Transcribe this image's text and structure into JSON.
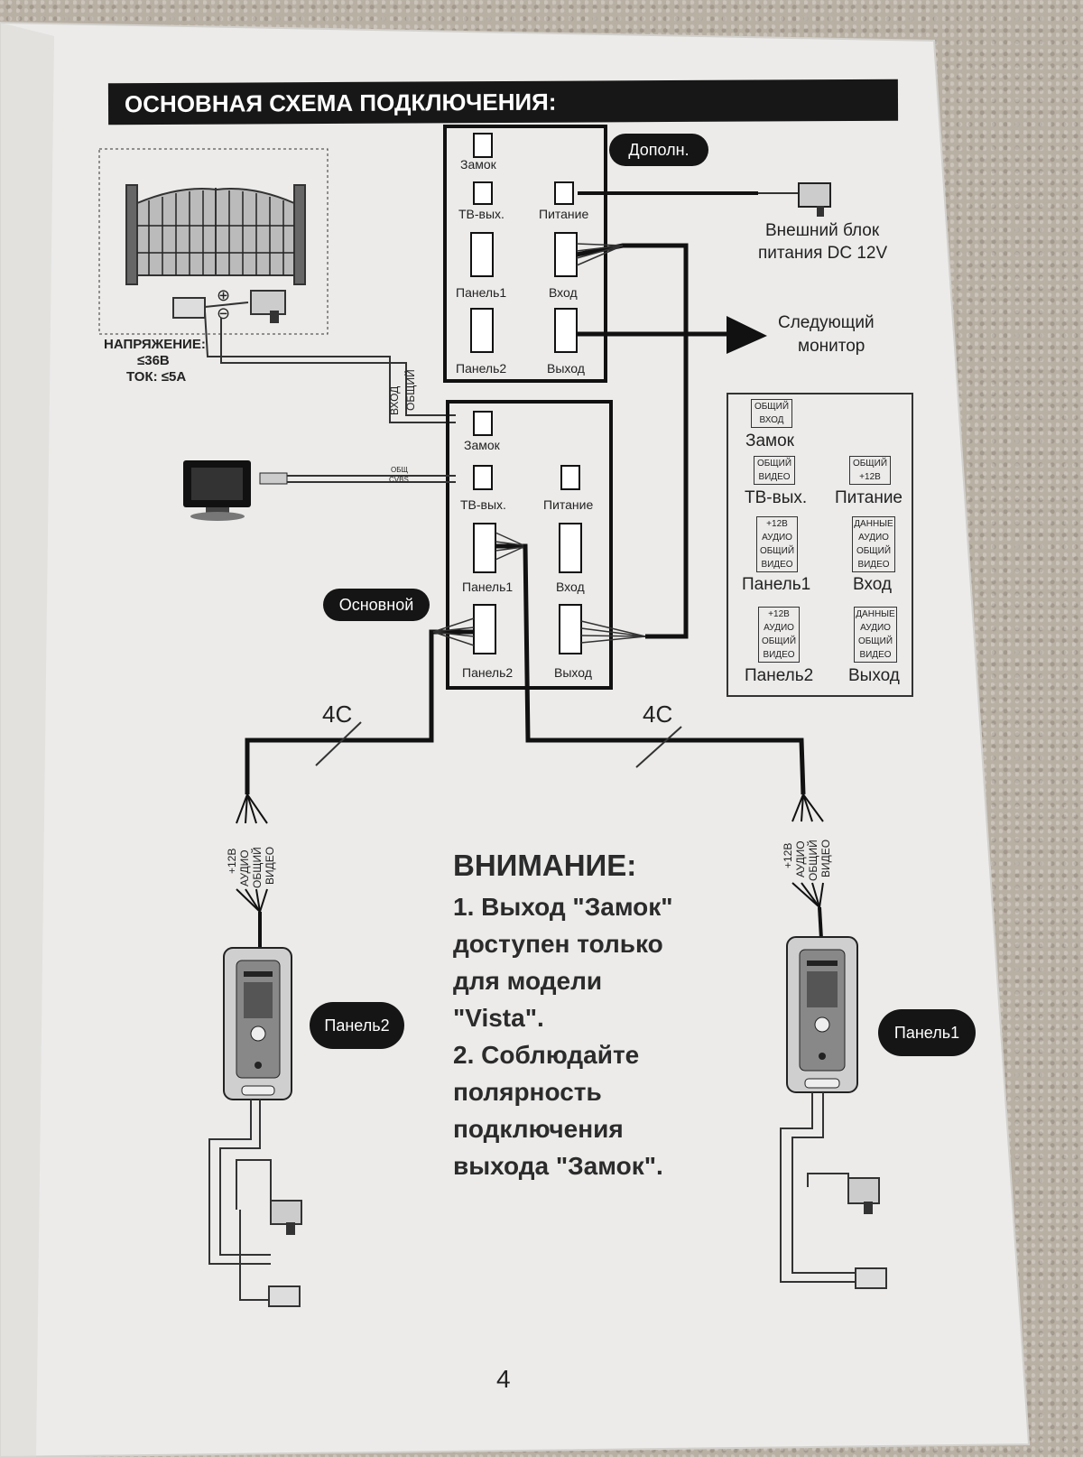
{
  "header": {
    "title": "ОСНОВНАЯ СХЕМА ПОДКЛЮЧЕНИЯ:"
  },
  "gate": {
    "voltage_label": "НАПРЯЖЕНИЕ:",
    "voltage_value": "≤36В",
    "current_label": "ТОК: ≤5А",
    "wire_in": "ВХОД",
    "wire_common": "ОБЩИЙ"
  },
  "extra_monitor": {
    "badge": "Дополн.",
    "ports": {
      "lock": "Замок",
      "tv_out": "ТВ-вых.",
      "power": "Питание",
      "panel1": "Панель1",
      "input": "Вход",
      "panel2": "Панель2",
      "output": "Выход"
    }
  },
  "power_supply": {
    "line1": "Внешний блок",
    "line2": "питания DC 12V"
  },
  "next_monitor": {
    "line1": "Следующий",
    "line2": "монитор"
  },
  "main_monitor": {
    "badge": "Основной",
    "ports": {
      "lock": "Замок",
      "tv_out": "ТВ-вых.",
      "power": "Питание",
      "panel1": "Панель1",
      "input": "Вход",
      "panel2": "Панель2",
      "output": "Выход"
    },
    "tv_wire_common": "ОБЩ",
    "tv_wire_cvbs": "CVBS"
  },
  "legend": {
    "lock": {
      "pins": [
        "ОБЩИЙ",
        "ВХОД"
      ],
      "label": "Замок"
    },
    "tv_out": {
      "pins": [
        "ОБЩИЙ",
        "ВИДЕО"
      ],
      "label": "ТВ-вых."
    },
    "power": {
      "pins": [
        "ОБЩИЙ",
        "+12В"
      ],
      "label": "Питание"
    },
    "panel1": {
      "pins": [
        "+12В",
        "АУДИО",
        "ОБЩИЙ",
        "ВИДЕО"
      ],
      "label": "Панель1"
    },
    "input": {
      "pins": [
        "ДАННЫЕ",
        "АУДИО",
        "ОБЩИЙ",
        "ВИДЕО"
      ],
      "label": "Вход"
    },
    "panel2": {
      "pins": [
        "+12В",
        "АУДИО",
        "ОБЩИЙ",
        "ВИДЕО"
      ],
      "label": "Панель2"
    },
    "output": {
      "pins": [
        "ДАННЫЕ",
        "АУДИО",
        "ОБЩИЙ",
        "ВИДЕО"
      ],
      "label": "Выход"
    }
  },
  "cables": {
    "left": "4С",
    "right": "4С"
  },
  "panel_wires": [
    "+12В",
    "АУДИО",
    "ОБЩИЙ",
    "ВИДЕО"
  ],
  "panels": {
    "left_badge": "Панель2",
    "right_badge": "Панель1"
  },
  "attention": {
    "heading": "ВНИМАНИЕ:",
    "lines": [
      "1. Выход \"Замок\"",
      "доступен только",
      "для модели",
      "\"Vista\".",
      "2. Соблюдайте",
      "полярность",
      "подключения",
      "выхода \"Замок\"."
    ]
  },
  "page_number": "4"
}
